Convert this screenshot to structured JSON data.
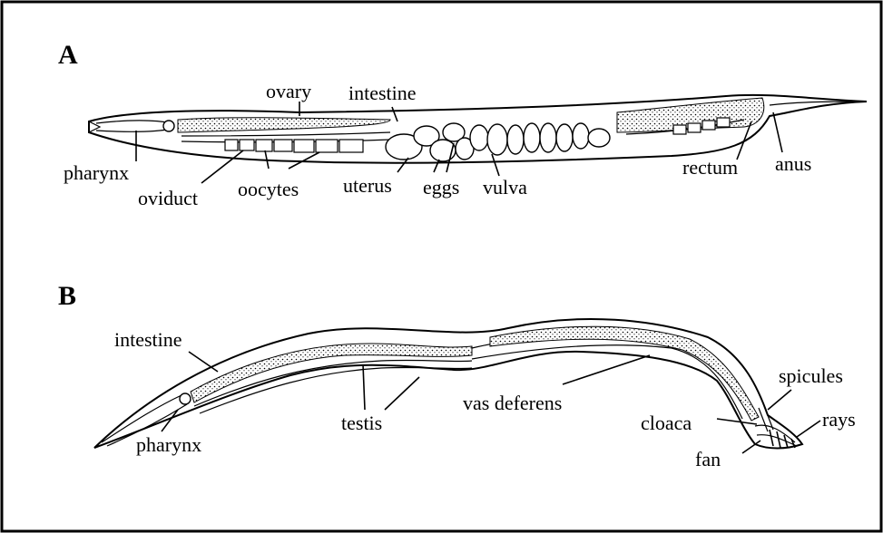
{
  "panels": {
    "a": {
      "letter": "A",
      "labels": {
        "ovary": "ovary",
        "intestine": "intestine",
        "pharynx": "pharynx",
        "oviduct": "oviduct",
        "oocytes": "oocytes",
        "uterus": "uterus",
        "eggs": "eggs",
        "vulva": "vulva",
        "rectum": "rectum",
        "anus": "anus"
      }
    },
    "b": {
      "letter": "B",
      "labels": {
        "intestine": "intestine",
        "pharynx": "pharynx",
        "testis": "testis",
        "vas_deferens": "vas deferens",
        "spicules": "spicules",
        "cloaca": "cloaca",
        "rays": "rays",
        "fan": "fan"
      }
    }
  },
  "colors": {
    "ink": "#000000",
    "background": "#ffffff"
  }
}
